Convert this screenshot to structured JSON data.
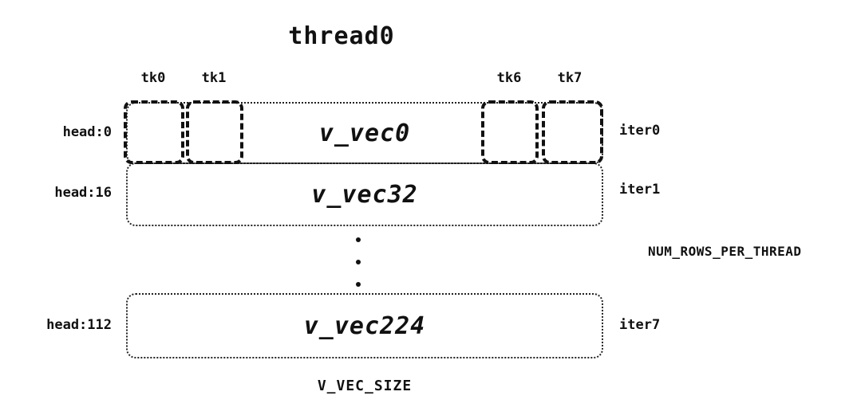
{
  "title": "thread0",
  "tk_labels": {
    "tk0": "tk0",
    "tk1": "tk1",
    "tk6": "tk6",
    "tk7": "tk7"
  },
  "rows": [
    {
      "head": "head:0",
      "label": "v_vec0",
      "iter": "iter0"
    },
    {
      "head": "head:16",
      "label": "v_vec32",
      "iter": "iter1"
    },
    {
      "head": "head:112",
      "label": "v_vec224",
      "iter": "iter7"
    }
  ],
  "annotations": {
    "num_rows_per_thread": "NUM_ROWS_PER_THREAD",
    "v_vec_size": "V_VEC_SIZE"
  },
  "colors": {
    "ink": "#111111",
    "background": "#ffffff"
  }
}
